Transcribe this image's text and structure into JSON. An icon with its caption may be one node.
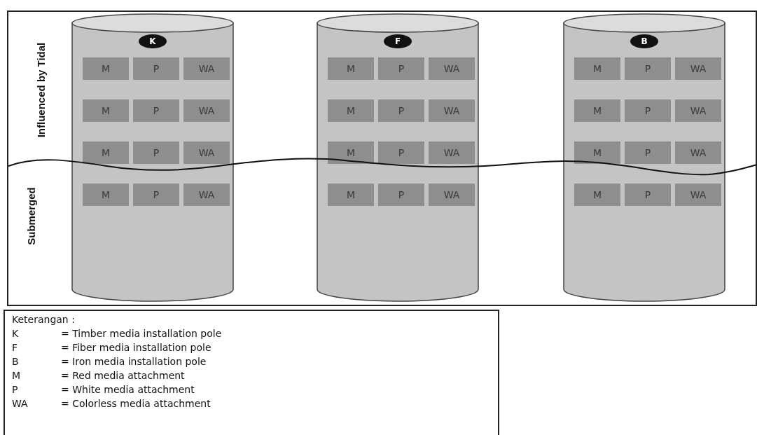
{
  "diagram": {
    "nodes": [
      {
        "text": [
          "Influenced by Tidal",
          "Submerged"
        ]
      },
      {
        "text": [],
        "shape": "cylinder",
        "in": 0
      },
      {
        "text": [
          "K"
        ],
        "in": 1
      },
      {
        "text": [
          "M"
        ],
        "in": 1
      },
      {
        "text": [
          "P"
        ],
        "in": 1
      },
      {
        "text": [
          "WA"
        ],
        "in": 1
      },
      {
        "text": [
          "M"
        ],
        "in": 1
      },
      {
        "text": [
          "P"
        ],
        "in": 1
      },
      {
        "text": [
          "WA"
        ],
        "in": 1
      },
      {
        "text": [
          "M"
        ],
        "in": 1
      },
      {
        "text": [
          "P"
        ],
        "in": 1
      },
      {
        "text": [
          "WA"
        ],
        "in": 1
      },
      {
        "text": [
          "M"
        ],
        "in": 1
      },
      {
        "text": [
          "P"
        ],
        "in": 1
      },
      {
        "text": [
          "WA"
        ],
        "in": 1
      },
      {
        "text": [],
        "shape": "cylinder",
        "in": 0
      },
      {
        "text": [
          "F"
        ],
        "in": 15
      },
      {
        "text": [
          "M"
        ],
        "in": 15
      },
      {
        "text": [
          "P"
        ],
        "in": 15
      },
      {
        "text": [
          "WA"
        ],
        "in": 15
      },
      {
        "text": [
          "M"
        ],
        "in": 15
      },
      {
        "text": [
          "P"
        ],
        "in": 15
      },
      {
        "text": [
          "WA"
        ],
        "in": 15
      },
      {
        "text": [
          "M"
        ],
        "in": 15
      },
      {
        "text": [
          "P"
        ],
        "in": 15
      },
      {
        "text": [
          "WA"
        ],
        "in": 15
      },
      {
        "text": [
          "M"
        ],
        "in": 15
      },
      {
        "text": [
          "P"
        ],
        "in": 15
      },
      {
        "text": [
          "WA"
        ],
        "in": 15
      },
      {
        "text": [],
        "shape": "cylinder",
        "in": 0
      },
      {
        "text": [
          "B"
        ],
        "in": 29
      },
      {
        "text": [
          "M"
        ],
        "in": 29
      },
      {
        "text": [
          "P"
        ],
        "in": 29
      },
      {
        "text": [
          "WA"
        ],
        "in": 29
      },
      {
        "text": [
          "M"
        ],
        "in": 29
      },
      {
        "text": [
          "P"
        ],
        "in": 29
      },
      {
        "text": [
          "WA"
        ],
        "in": 29
      },
      {
        "text": [
          "M"
        ],
        "in": 29
      },
      {
        "text": [
          "P"
        ],
        "in": 29
      },
      {
        "text": [
          "WA"
        ],
        "in": 29
      },
      {
        "text": [
          "M"
        ],
        "in": 29
      },
      {
        "text": [
          "P"
        ],
        "in": 29
      },
      {
        "text": [
          "WA"
        ],
        "in": 29
      },
      {
        "text": [
          "Keterangan :",
          "K",
          "= Timber media installation pole",
          "F",
          "= Fiber media installation pole",
          "B",
          "= Iron media installation pole",
          "M",
          "= Red media attachment",
          "P",
          "= White media attachment",
          "WA",
          "= Colorless media attachment"
        ]
      }
    ]
  }
}
